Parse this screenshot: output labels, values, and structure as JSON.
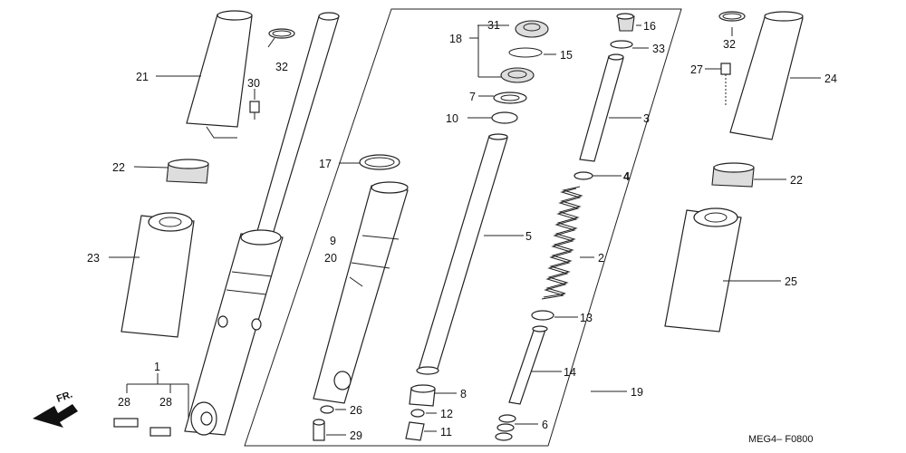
{
  "diagram": {
    "code": "MEG4– F0800",
    "direction": "FR.",
    "callouts": {
      "c1": "1",
      "c2": "2",
      "c3": "3",
      "c4": "4",
      "c5": "5",
      "c6": "6",
      "c7": "7",
      "c8": "8",
      "c9": "9",
      "c10": "10",
      "c11": "11",
      "c12": "12",
      "c13": "13",
      "c14": "14",
      "c15": "15",
      "c16": "16",
      "c17": "17",
      "c18": "18",
      "c19": "19",
      "c20": "20",
      "c21": "21",
      "c22a": "22",
      "c22b": "22",
      "c23": "23",
      "c24": "24",
      "c25": "25",
      "c26": "26",
      "c27": "27",
      "c28a": "28",
      "c28b": "28",
      "c29": "29",
      "c30": "30",
      "c31": "31",
      "c32a": "32",
      "c32b": "32",
      "c33": "33"
    }
  }
}
